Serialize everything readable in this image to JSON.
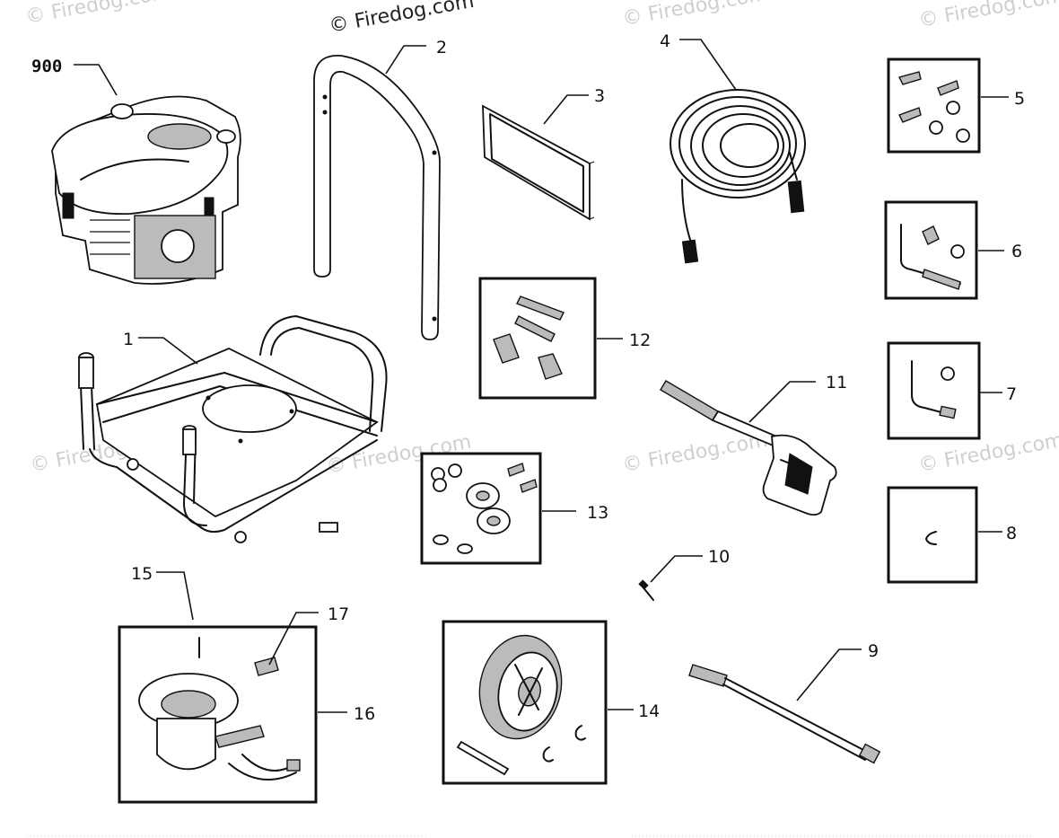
{
  "watermark": "© Firedog.com",
  "parts": [
    {
      "callout": "900",
      "name": "engine"
    },
    {
      "callout": "1",
      "name": "frame-base"
    },
    {
      "callout": "2",
      "name": "handle"
    },
    {
      "callout": "3",
      "name": "panel"
    },
    {
      "callout": "4",
      "name": "high-pressure-hose"
    },
    {
      "callout": "5",
      "name": "bolt-and-nut-kit"
    },
    {
      "callout": "6",
      "name": "elbow-fitting-kit"
    },
    {
      "callout": "7",
      "name": "tube-fitting-kit"
    },
    {
      "callout": "8",
      "name": "retaining-clip"
    },
    {
      "callout": "9",
      "name": "spray-wand"
    },
    {
      "callout": "10",
      "name": "pin"
    },
    {
      "callout": "11",
      "name": "spray-gun"
    },
    {
      "callout": "12",
      "name": "handle-hardware-kit"
    },
    {
      "callout": "13",
      "name": "wheel-hardware-kit"
    },
    {
      "callout": "14",
      "name": "wheel-kit"
    },
    {
      "callout": "15",
      "name": "key"
    },
    {
      "callout": "16",
      "name": "pump-assembly"
    },
    {
      "callout": "17",
      "name": "fitting"
    }
  ]
}
